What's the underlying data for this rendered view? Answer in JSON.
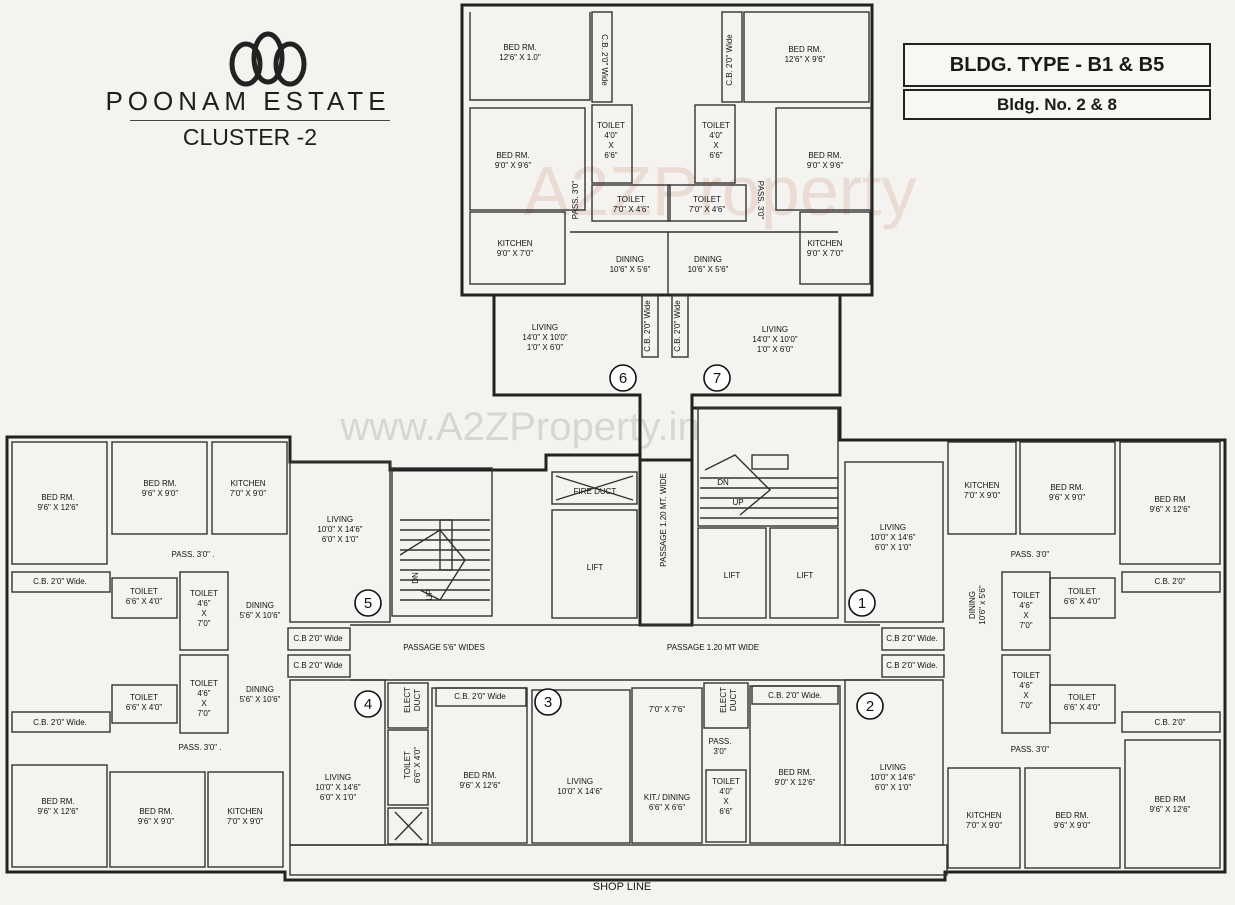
{
  "branding": {
    "logo_text": "POONAM ESTATE",
    "cluster": "CLUSTER -2"
  },
  "headers": {
    "bldg_type": "BLDG. TYPE - B1 & B5",
    "bldg_no": "Bldg. No. 2 & 8"
  },
  "watermarks": [
    "A2ZProperty",
    "www.A2ZProperty.in"
  ],
  "shop_line": "SHOP LINE",
  "unit_numbers": [
    "1",
    "2",
    "3",
    "4",
    "5",
    "6",
    "7"
  ],
  "rooms": {
    "u6_bed1": [
      "BED RM.",
      "12'6\" X 1.0\""
    ],
    "u6_cb_top": [
      "C.B. 2'0\" Wide"
    ],
    "u6_bed2": [
      "BED RM.",
      "9'0\" X 9'6\""
    ],
    "u6_toilet1": [
      "TOILET",
      "4'0\"",
      "X",
      "6'6\""
    ],
    "u6_pass": [
      "PASS. 3'0\""
    ],
    "u6_toilet2": [
      "TOILET",
      "7'0\" X 4'6\""
    ],
    "u6_kitchen": [
      "KITCHEN",
      "9'0\" X 7'0\""
    ],
    "u6_dining": [
      "DINING",
      "10'6\" X 5'6\""
    ],
    "u6_living": [
      "LIVING",
      "14'0\" X 10'0\"",
      "1'0\" X 6'0\""
    ],
    "u6_cb": [
      "C.B. 2'0\" Wide"
    ],
    "u7_bed1": [
      "BED RM.",
      "12'6\" X 9'6\""
    ],
    "u7_cb_top": [
      "C.B. 2'0\" Wide"
    ],
    "u7_bed2": [
      "BED RM.",
      "9'0\" X 9'6\""
    ],
    "u7_toilet1": [
      "TOILET",
      "4'0\"",
      "X",
      "6'6\""
    ],
    "u7_pass": [
      "PASS. 3'0\""
    ],
    "u7_toilet2": [
      "TOILET",
      "7'0\" X 4'6\""
    ],
    "u7_kitchen": [
      "KITCHEN",
      "9'0\" X 7'0\""
    ],
    "u7_dining": [
      "DINING",
      "10'6\" X 5'6\""
    ],
    "u7_living": [
      "LIVING",
      "14'0\" X 10'0\"",
      "1'0\" X 6'0\""
    ],
    "u7_cb": [
      "C.B. 2'0\" Wide"
    ],
    "u5_bed1": [
      "BED RM.",
      "9'6\" X 12'6\""
    ],
    "u5_bed2": [
      "BED RM.",
      "9'6\" X 9'0\""
    ],
    "u5_kitchen": [
      "KITCHEN",
      "7'0\" X 9'0\""
    ],
    "u5_pass": [
      "PASS. 3'0\" ."
    ],
    "u5_cb": [
      "C.B. 2'0\" Wide."
    ],
    "u5_toilet1": [
      "TOILET",
      "6'6\" X 4'0\""
    ],
    "u5_toilet2": [
      "TOILET",
      "4'6\"",
      "X",
      "7'0\""
    ],
    "u5_dining": [
      "DINING",
      "5'6\" X 10'6\""
    ],
    "u5_living": [
      "LIVING",
      "10'0\" X 14'6\"",
      "6'0\" X 1'0\""
    ],
    "u5_cb2": [
      "C.B 2'0\" Wide"
    ],
    "u4_bed1": [
      "BED RM.",
      "9'6\" X 12'6\""
    ],
    "u4_bed2": [
      "BED RM.",
      "9'6\" X 9'0\""
    ],
    "u4_kitchen": [
      "KITCHEN",
      "7'0\" X 9'0\""
    ],
    "u4_pass": [
      "PASS. 3'0\" ."
    ],
    "u4_cb": [
      "C.B. 2'0\" Wide."
    ],
    "u4_toilet1": [
      "TOILET",
      "6'6\" X 4'0\""
    ],
    "u4_toilet2": [
      "TOILET",
      "4'6\"",
      "X",
      "7'0\""
    ],
    "u4_dining": [
      "DINING",
      "5'6\" X 10'6\""
    ],
    "u4_living": [
      "LIVING",
      "10'0\" X 14'6\"",
      "6'0\" X 1'0\""
    ],
    "u4_cb2": [
      "C.B 2'0\" Wide"
    ],
    "u3_elect": [
      "ELECT",
      "DUCT"
    ],
    "u3_toilet": [
      "TOILET",
      "6'6\" X 4'0\""
    ],
    "u3_cb": [
      "C.B. 2'0\" Wide"
    ],
    "u3_bed": [
      "BED RM.",
      "9'6\" X 12'6\""
    ],
    "u3_living": [
      "LIVING",
      "10'0\" X 14'6\""
    ],
    "u2_size": [
      "7'0\" X 7'6\""
    ],
    "u2_elect": [
      "ELECT",
      "DUCT"
    ],
    "u2_kit": [
      "KIT./ DINING",
      "6'6\" X 6'6\""
    ],
    "u2_pass": [
      "PASS.",
      "3'0\""
    ],
    "u2_toilet": [
      "TOILET",
      "4'0\"",
      "X",
      "6'6\""
    ],
    "u2_cb": [
      "C.B. 2'0\" Wide."
    ],
    "u2_bed": [
      "BED RM.",
      "9'0\" X 12'6\""
    ],
    "u2_living": [
      "LIVING",
      "10'0\" X 14'6\"",
      "6'0\" X 1'0\""
    ],
    "u2_cb2": [
      "C.B 2'0\" Wide."
    ],
    "u2_kitchen": [
      "KITCHEN",
      "7'0\" X 9'0\""
    ],
    "u2_bed2": [
      "BED RM.",
      "9'6\" X 9'0\""
    ],
    "u2_bed3": [
      "BED RM",
      "9'6\" X 12'6\""
    ],
    "u2_pass2": [
      "PASS. 3'0\""
    ],
    "u2_cbr": [
      "C.B. 2'0\""
    ],
    "u2_toilet2": [
      "TOILET",
      "6'6\" X 4'0\""
    ],
    "u2_toilet3": [
      "TOILET",
      "4'6\"",
      "X",
      "7'0\""
    ],
    "u1_kitchen": [
      "KITCHEN",
      "7'0\" X 9'0\""
    ],
    "u1_bed2": [
      "BED RM.",
      "9'6\" X 9'0\""
    ],
    "u1_bed1": [
      "BED RM",
      "9'6\" X 12'6\""
    ],
    "u1_pass": [
      "PASS. 3'0\""
    ],
    "u1_cbr": [
      "C.B. 2'0\""
    ],
    "u1_toilet1": [
      "TOILET",
      "6'6\" X 4'0\""
    ],
    "u1_toilet2": [
      "TOILET",
      "4'6\"",
      "X",
      "7'0\""
    ],
    "u1_dining": [
      "DINING",
      "10'6\" x 5'6\""
    ],
    "u1_living": [
      "LIVING",
      "10'0\" X 14'6\"",
      "6'0\" X 1'0\""
    ],
    "u1_cb": [
      "C.B 2'0\" Wide."
    ],
    "fire_duct": [
      "FIRE DUCT"
    ],
    "lift_a": [
      "LIFT"
    ],
    "lift_b": [
      "LIFT"
    ],
    "lift_c": [
      "LIFT"
    ],
    "stairs_dn": [
      "DN"
    ],
    "stairs_up": [
      "UP"
    ],
    "stairs2_dn": [
      "DN"
    ],
    "stairs2_up": [
      "UP"
    ],
    "passage_v": [
      "PASSAGE 1.20 MT. WIDE"
    ],
    "passage_w": [
      "PASSAGE 5'6\" WIDES"
    ],
    "passage_e": [
      "PASSAGE 1.20 MT WIDE"
    ]
  }
}
